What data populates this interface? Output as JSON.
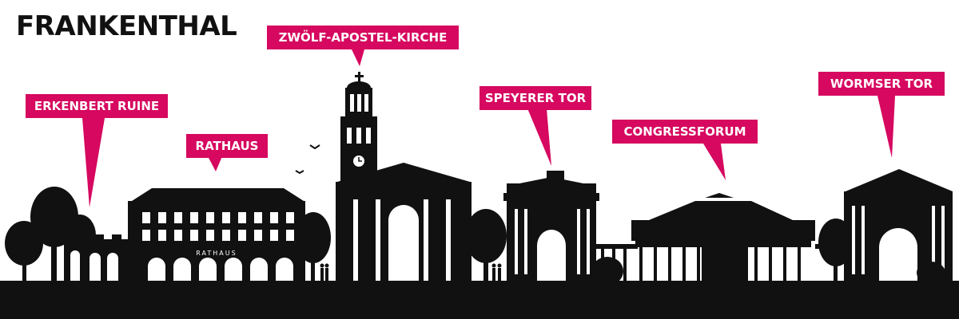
{
  "title": "FRANKENTHAL",
  "labels": {
    "erkenbert": "ERKENBERT RUINE",
    "rathaus": "RATHAUS",
    "kirche": "ZWÖLF-APOSTEL-KIRCHE",
    "speyerer": "SPEYERER TOR",
    "congress": "CONGRESSFORUM",
    "wormser": "WORMSER TOR"
  },
  "building_text": {
    "rathaus": "RATHAUS"
  },
  "colors": {
    "accent": "#d6085f",
    "ink": "#111111",
    "background": "#ffffff"
  },
  "icons": [
    "tree-icon",
    "bird-icon",
    "person-icon",
    "cross-icon",
    "clock-icon"
  ]
}
